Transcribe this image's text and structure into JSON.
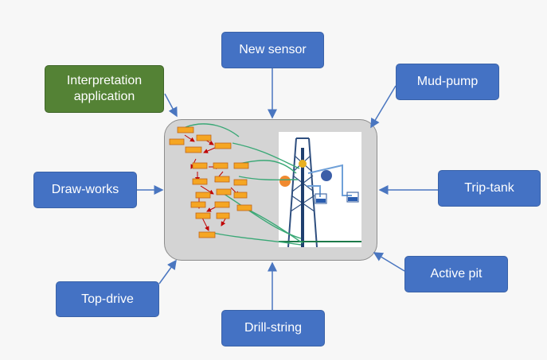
{
  "diagram": {
    "boxes": {
      "new_sensor": "New sensor",
      "interpretation_line1": "Interpretation",
      "interpretation_line2": "application",
      "mud_pump": "Mud-pump",
      "draw_works": "Draw-works",
      "trip_tank": "Trip-tank",
      "top_drive": "Top-drive",
      "active_pit": "Active pit",
      "drill_string": "Drill-string"
    },
    "colors": {
      "box_blue": "#4472c4",
      "box_green": "#548235",
      "arrow": "#4a76c0",
      "center_fill": "#d4d4d4",
      "flow_node": "#f5a623",
      "flow_link": "#c00000",
      "flow_connector": "#3aa876"
    }
  }
}
